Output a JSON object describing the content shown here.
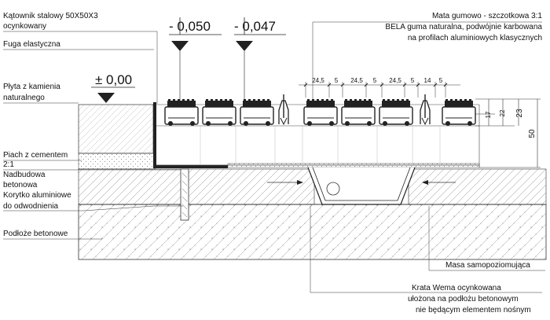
{
  "labels": {
    "katownik_1": "Kątownik stalowy 50X50X3",
    "katownik_2": "ocynkowany",
    "fuga": "Fuga elastyczna",
    "plyta_1": "Płyta z kamienia",
    "plyta_2": "naturalnego",
    "piach_1": "Piach z cementem",
    "piach_2": "2:1",
    "nadbudowa_1": "Nadbudowa",
    "nadbudowa_2": "betonowa",
    "korytko_1": "Korytko aluminiowe",
    "korytko_2": "do odwodnienia",
    "podloze": "Podłoże betonowe",
    "mata_1": "Mata gumowo - szczotkowa 3:1",
    "mata_2": "BELA guma naturalna, podwójnie karbowana",
    "mata_3": "na profilach aluminiowych klasycznych",
    "masa": "Masa samopoziomująca",
    "krata_1": "Krata Wema ocynkowana",
    "krata_2": "ułożona na podłożu betonowym",
    "krata_3": "nie będącym elementem nośnym"
  },
  "levels": {
    "zero": "± 0,00",
    "l1": "- 0,050",
    "l2": "- 0,047"
  },
  "dimensions": {
    "top": [
      "24,5",
      "5",
      "24,5",
      "5",
      "24,5",
      "5",
      "14",
      "5"
    ],
    "right": [
      "17",
      "22",
      "23",
      "50"
    ]
  }
}
